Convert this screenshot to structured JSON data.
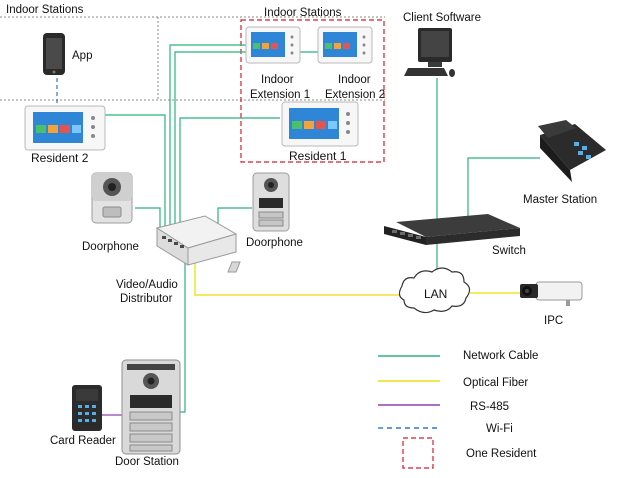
{
  "colors": {
    "network": "#2bb37c",
    "optical": "#f2e84b",
    "rs485": "#8e44ad",
    "wifi": "#2f79c9",
    "resident": "#d81b2c",
    "zone": "#7a7a7a"
  },
  "zones": {
    "top_left": "Indoor Stations",
    "top_center": "Indoor Stations"
  },
  "devices": {
    "app": "App",
    "resident2": "Resident 2",
    "indoor_ext1_l1": "Indoor",
    "indoor_ext1_l2": "Extension 1",
    "indoor_ext2_l1": "Indoor",
    "indoor_ext2_l2": "Extension 2",
    "resident1": "Resident 1",
    "doorphone_left": "Doorphone",
    "doorphone_right": "Doorphone",
    "distributor_l1": "Video/Audio",
    "distributor_l2": "Distributor",
    "client_software": "Client Software",
    "master_station": "Master Station",
    "switch": "Switch",
    "lan": "LAN",
    "ipc": "IPC",
    "card_reader": "Card Reader",
    "door_station": "Door Station"
  },
  "legend": [
    {
      "label": "Network Cable",
      "style": "network"
    },
    {
      "label": "Optical Fiber",
      "style": "optical"
    },
    {
      "label": "RS-485",
      "style": "rs485"
    },
    {
      "label": "Wi-Fi",
      "style": "wifi"
    },
    {
      "label": "One Resident",
      "style": "resident"
    }
  ]
}
